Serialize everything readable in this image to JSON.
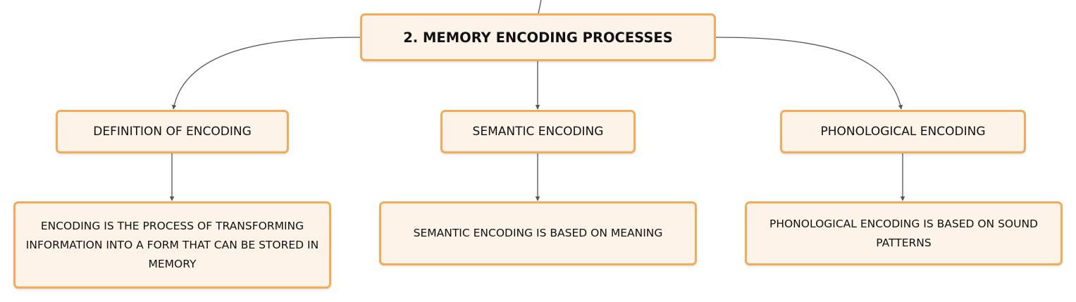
{
  "diagram": {
    "root": {
      "label": "2. MEMORY ENCODING PROCESSES"
    },
    "branches": [
      {
        "label": "DEFINITION OF ENCODING",
        "detail": "ENCODING IS THE PROCESS OF TRANSFORMING INFORMATION INTO A FORM THAT CAN BE STORED IN MEMORY"
      },
      {
        "label": "SEMANTIC ENCODING",
        "detail": "SEMANTIC ENCODING IS BASED ON MEANING"
      },
      {
        "label": "PHONOLOGICAL ENCODING",
        "detail": "PHONOLOGICAL ENCODING IS BASED ON SOUND PATTERNS"
      }
    ],
    "colors": {
      "node_fill": "#fdf3e9",
      "node_border": "#f2ab59",
      "connector": "#555555"
    }
  }
}
